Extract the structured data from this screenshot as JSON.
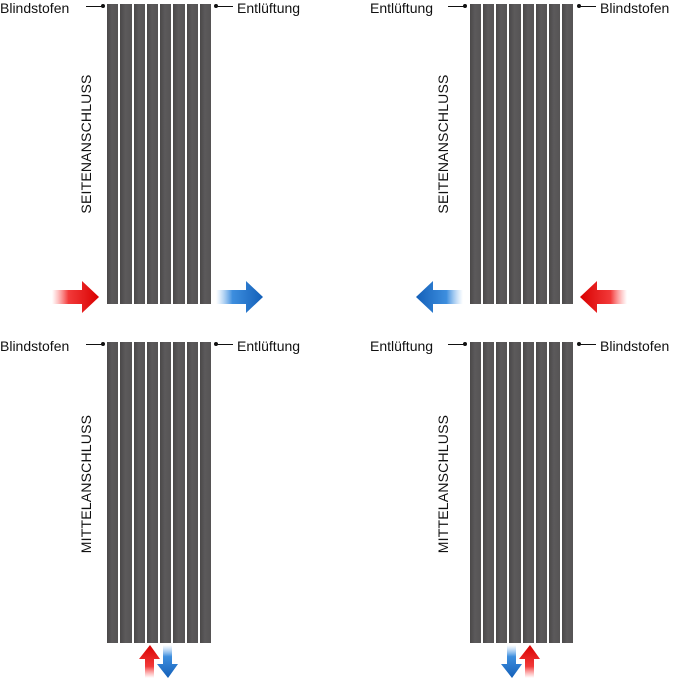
{
  "diagram": {
    "panels": [
      {
        "id": "top-left",
        "connection_type": "SEITENANSCHLUSS",
        "left_label": "Blindstofen",
        "right_label": "Entlüftung",
        "columns": 8,
        "flow": [
          {
            "kind": "supply",
            "color": "red",
            "direction": "right",
            "position": "bottom-left",
            "icon": "arrow-right-icon"
          },
          {
            "kind": "return",
            "color": "blue",
            "direction": "right",
            "position": "bottom-right",
            "icon": "arrow-right-icon"
          }
        ]
      },
      {
        "id": "top-right",
        "connection_type": "SEITENANSCHLUSS",
        "left_label": "Entlüftung",
        "right_label": "Blindstofen",
        "columns": 8,
        "flow": [
          {
            "kind": "return",
            "color": "blue",
            "direction": "left",
            "position": "bottom-left",
            "icon": "arrow-left-icon"
          },
          {
            "kind": "supply",
            "color": "red",
            "direction": "left",
            "position": "bottom-right",
            "icon": "arrow-left-icon"
          }
        ]
      },
      {
        "id": "bottom-left",
        "connection_type": "MITTELANSCHLUSS",
        "left_label": "Blindstofen",
        "right_label": "Entlüftung",
        "columns": 8,
        "flow": [
          {
            "kind": "supply",
            "color": "red",
            "direction": "up",
            "position": "bottom-center",
            "icon": "arrow-up-icon"
          },
          {
            "kind": "return",
            "color": "blue",
            "direction": "down",
            "position": "bottom-center",
            "icon": "arrow-down-icon"
          }
        ]
      },
      {
        "id": "bottom-right",
        "connection_type": "MITTELANSCHLUSS",
        "left_label": "Entlüftung",
        "right_label": "Blindstofen",
        "columns": 8,
        "flow": [
          {
            "kind": "return",
            "color": "blue",
            "direction": "down",
            "position": "bottom-center",
            "icon": "arrow-down-icon"
          },
          {
            "kind": "supply",
            "color": "red",
            "direction": "up",
            "position": "bottom-center",
            "icon": "arrow-up-icon"
          }
        ]
      }
    ],
    "colors": {
      "radiator": "#555354",
      "supply": "#e31414",
      "return": "#1f6fc9",
      "text": "#111111"
    }
  }
}
